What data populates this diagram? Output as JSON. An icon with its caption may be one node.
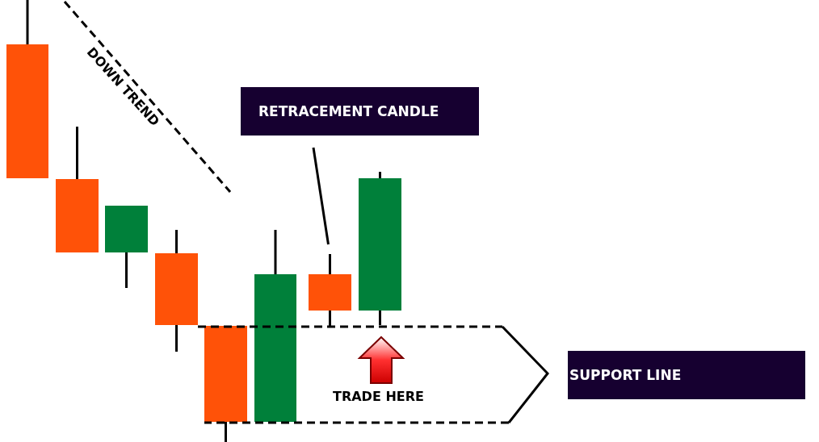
{
  "diagram": {
    "nodes": [
      {
        "text": [
          "RETRACEMENT CANDLE"
        ]
      },
      {
        "text": [],
        "shape": "bar"
      },
      {
        "text": [
          "SUPPORT LINE"
        ]
      }
    ],
    "edges": [
      {
        "from": 0,
        "to": 1,
        "arrow": "none"
      }
    ],
    "labels": [
      "DOWN TREND",
      "TRADE HERE"
    ]
  }
}
